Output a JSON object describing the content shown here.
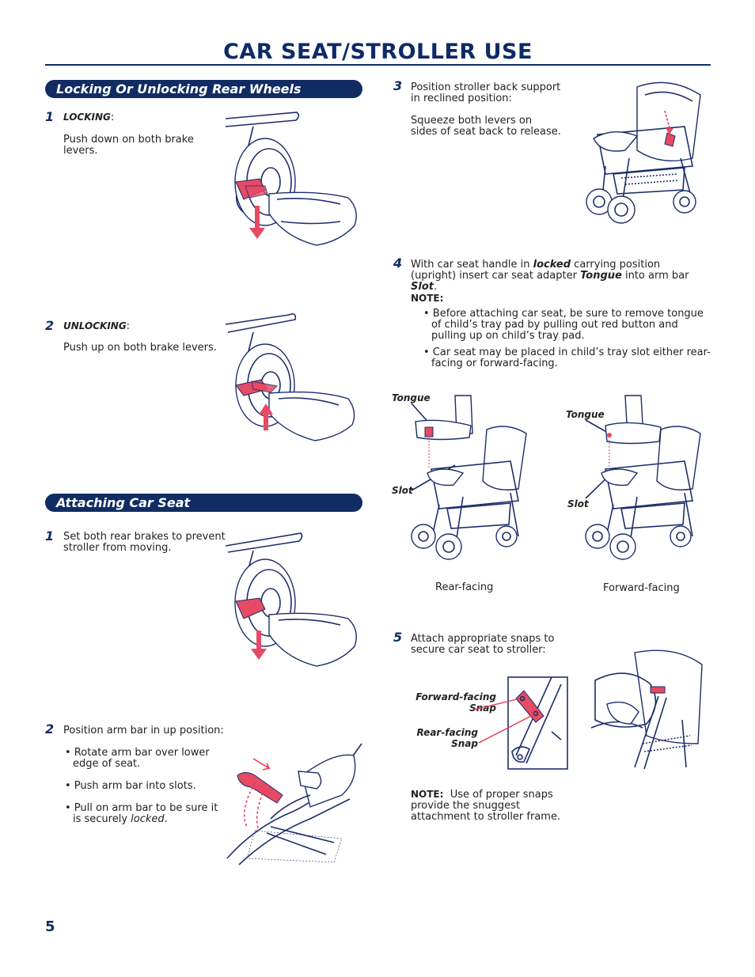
{
  "page": {
    "title": "CAR SEAT/STROLLER USE",
    "page_number": "5"
  },
  "section_rear_wheels": {
    "heading": "Locking Or Unlocking Rear Wheels",
    "step1": {
      "num": "1",
      "label": "LOCKING",
      "text": "Push down on both brake levers."
    },
    "step2": {
      "num": "2",
      "label": "UNLOCKING",
      "text": "Push up on both brake levers."
    }
  },
  "section_attach": {
    "heading": "Attaching Car Seat",
    "step1": {
      "num": "1",
      "text": "Set both rear brakes to prevent stroller from moving."
    },
    "step2": {
      "num": "2",
      "text": "Position arm bar in up position:",
      "bullets": [
        "• Rotate arm bar over lower edge of seat.",
        "• Push arm bar into slots.",
        "• Pull on arm bar to be sure it is securely "
      ],
      "locked_word": "locked",
      "period": "."
    }
  },
  "right_column": {
    "step3": {
      "num": "3",
      "text1": "Position stroller back support in reclined position:",
      "text2": "Squeeze both levers on sides of seat back to release."
    },
    "step4": {
      "num": "4",
      "text_a": "With car seat handle in ",
      "locked": "locked",
      "text_b": " carrying position (upright) insert car seat adapter ",
      "tongue": "Tongue",
      "text_c": " into arm bar ",
      "slot": "Slot",
      "text_d": ".",
      "note_heading": "NOTE:",
      "notes": [
        "• Before attaching car seat, be sure to remove tongue of child’s tray pad by pulling out red button and pulling up on child’s tray pad.",
        "• Car seat may be placed in child’s tray slot either rear-facing or forward-facing."
      ]
    },
    "figures": {
      "tongue": "Tongue",
      "slot": "Slot",
      "rear_caption": "Rear-facing",
      "forward_caption": "Forward-facing"
    },
    "step5": {
      "num": "5",
      "text": "Attach appropriate snaps to secure car seat to stroller:",
      "forward_snap_line1": "Forward-facing",
      "forward_snap_line2": "Snap",
      "rear_snap_line1": "Rear-facing",
      "rear_snap_line2": "Snap",
      "note_heading": "NOTE:",
      "note_text": "Use of proper snaps provide the snuggest attachment to stroller frame."
    }
  },
  "colors": {
    "navy": "#112c63",
    "red": "#e64a64"
  }
}
